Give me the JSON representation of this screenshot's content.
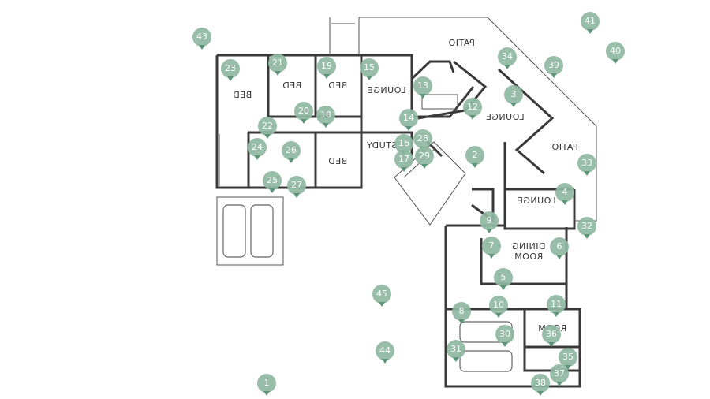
{
  "rooms": [
    {
      "id": "patio-top",
      "text": "PATIO"
    },
    {
      "id": "bed-left",
      "text": "BED"
    },
    {
      "id": "bed-mid",
      "text": "BED"
    },
    {
      "id": "bed-right",
      "text": "BED"
    },
    {
      "id": "lounge-top",
      "text": "LOUNGE"
    },
    {
      "id": "lounge-right",
      "text": "LOUNGE"
    },
    {
      "id": "patio-right",
      "text": "PATIO"
    },
    {
      "id": "study",
      "text": "STUDY"
    },
    {
      "id": "bed-bottom",
      "text": "BED"
    },
    {
      "id": "lounge-center",
      "text": "LOUNGE"
    },
    {
      "id": "dining-1",
      "text": "DINING"
    },
    {
      "id": "dining-2",
      "text": "ROOM"
    },
    {
      "id": "room",
      "text": "ROOM"
    }
  ],
  "markers": [
    "1",
    "2",
    "3",
    "4",
    "5",
    "6",
    "7",
    "8",
    "9",
    "10",
    "11",
    "12",
    "13",
    "14",
    "15",
    "16",
    "17",
    "18",
    "19",
    "20",
    "21",
    "22",
    "23",
    "24",
    "25",
    "26",
    "27",
    "28",
    "29",
    "30",
    "31",
    "32",
    "33",
    "34",
    "35",
    "36",
    "37",
    "38",
    "39",
    "40",
    "41",
    "43",
    "44",
    "45"
  ],
  "colors": {
    "marker": "#8fb7a2",
    "wall": "#3a3a3a"
  }
}
